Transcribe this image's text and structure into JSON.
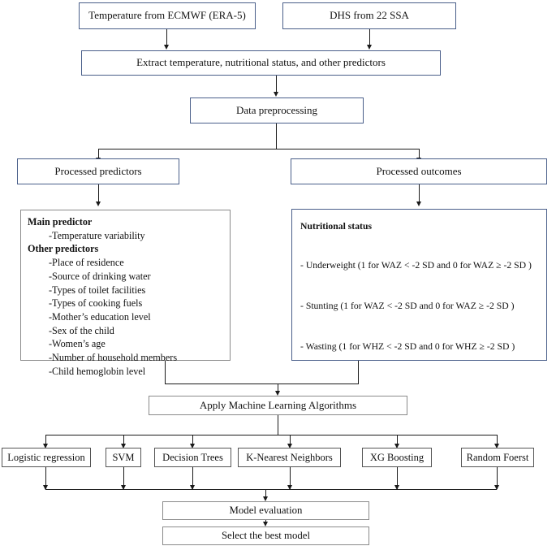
{
  "diagram": {
    "title": "Machine learning workflow for temperature and child nutritional status",
    "nodes": {
      "source_temperature": "Temperature from ECMWF (ERA-5)",
      "source_dhs": "DHS from 22 SSA",
      "extract": "Extract temperature, nutritional status, and other predictors",
      "preprocessing": "Data preprocessing",
      "processed_predictors": "Processed predictors",
      "processed_outcomes": "Processed outcomes",
      "apply_ml": "Apply Machine Learning Algorithms",
      "model_evaluation": "Model evaluation",
      "select_best": "Select the best model"
    },
    "predictors_box": {
      "main_heading": "Main predictor",
      "main_items": [
        "-Temperature variability"
      ],
      "other_heading": "Other predictors",
      "other_items": [
        "-Place of residence",
        "-Source of drinking water",
        "-Types of toilet facilities",
        "-Types of cooking fuels",
        "-Mother’s education level",
        "-Sex of the child",
        "-Women’s age",
        "-Number of household members",
        "-Child hemoglobin level"
      ]
    },
    "outcomes_box": {
      "heading": "Nutritional status",
      "items": [
        "- Underweight (1 for WAZ < -2 SD  and 0 for WAZ ≥ -2 SD )",
        "- Stunting (1 for WAZ < -2 SD  and 0 for WAZ ≥ -2 SD )",
        "- Wasting (1 for WHZ < -2 SD  and 0 for WHZ ≥ -2 SD )"
      ]
    },
    "algorithms": [
      "Logistic regression",
      "SVM",
      "Decision Trees",
      "K-Nearest Neighbors",
      "XG Boosting",
      "Random Foerst"
    ],
    "colors": {
      "border_blue": "#4a5f8a",
      "border_gray": "#8a8a8a",
      "border_dark": "#555555",
      "connector": "#1a1a1a",
      "text": "#111111",
      "background": "#ffffff"
    }
  }
}
